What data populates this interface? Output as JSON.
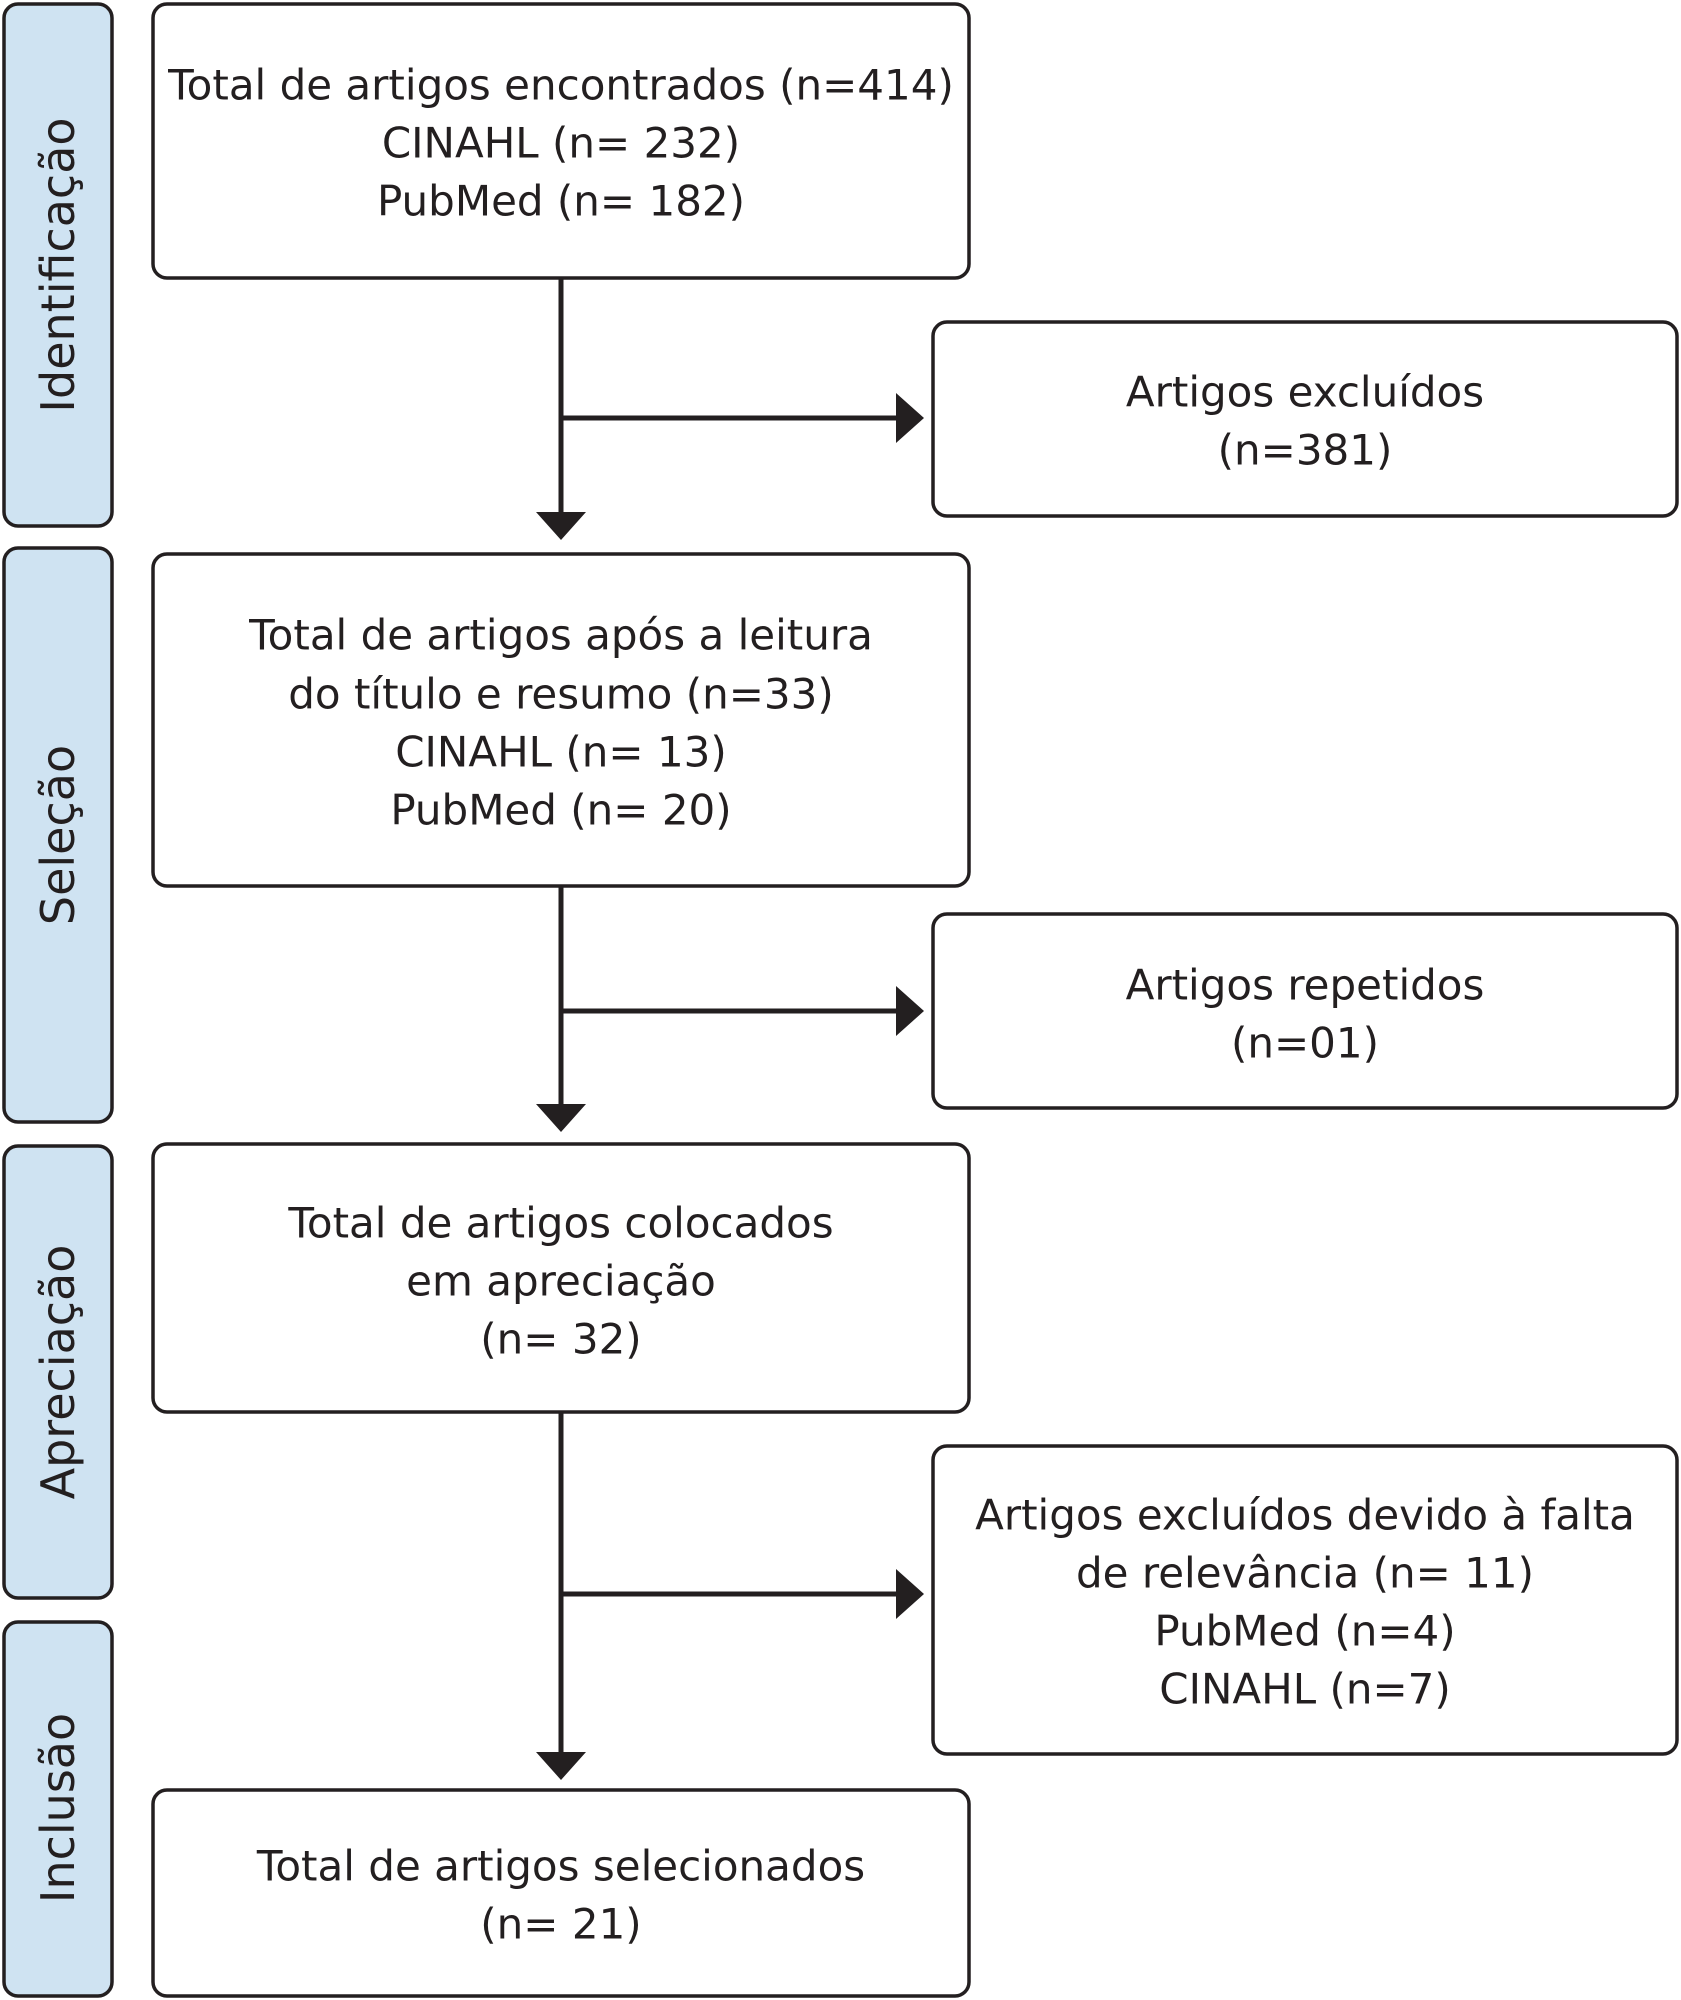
{
  "stages": [
    {
      "id": "identificacao",
      "label": "Identificação"
    },
    {
      "id": "selecao",
      "label": "Seleção"
    },
    {
      "id": "apreciacao",
      "label": "Apreciação"
    },
    {
      "id": "inclusao",
      "label": "Inclusão"
    }
  ],
  "main_boxes": [
    {
      "id": "identified",
      "lines": [
        "Total de artigos encontrados (n=414)",
        "CINAHL (n= 232)",
        "PubMed (n= 182)"
      ]
    },
    {
      "id": "screened",
      "lines": [
        "Total de artigos após a leitura",
        "do título e resumo (n=33)",
        "CINAHL (n= 13)",
        "PubMed (n= 20)"
      ]
    },
    {
      "id": "appraised",
      "lines": [
        "Total de artigos colocados",
        "em apreciação",
        "(n= 32)"
      ]
    },
    {
      "id": "included",
      "lines": [
        "Total de artigos selecionados",
        "(n= 21)"
      ]
    }
  ],
  "side_boxes": [
    {
      "id": "excluded",
      "lines": [
        "Artigos excluídos",
        "(n=381)"
      ]
    },
    {
      "id": "duplicates",
      "lines": [
        "Artigos repetidos",
        "(n=01)"
      ]
    },
    {
      "id": "irrelevant",
      "lines": [
        "Artigos excluídos devido à falta",
        "de relevância (n= 11)",
        "PubMed (n=4)",
        "CINAHL (n=7)"
      ]
    }
  ]
}
